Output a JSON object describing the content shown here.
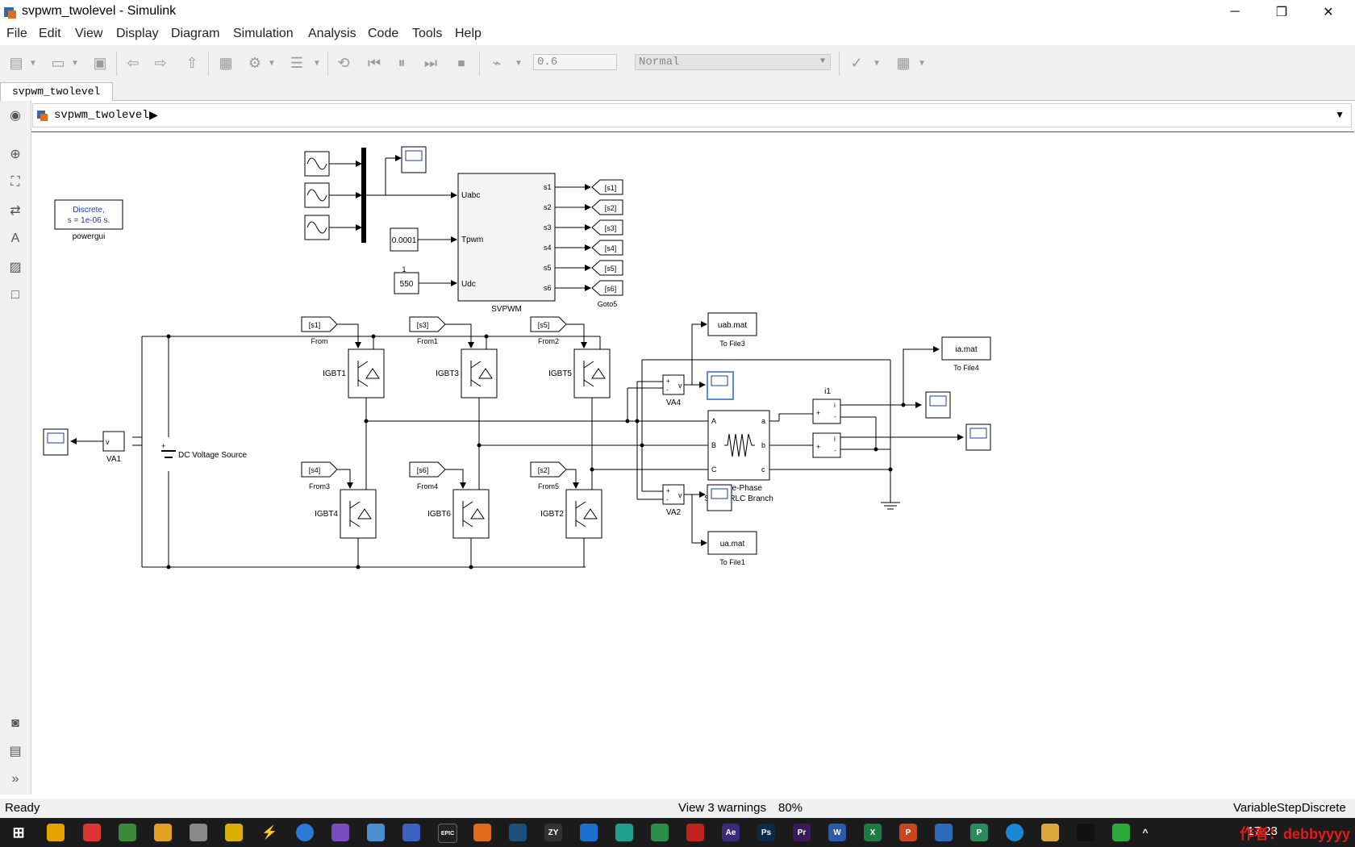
{
  "window": {
    "title": "svpwm_twolevel - Simulink",
    "minimize": "─",
    "restore": "❐",
    "close": "✕"
  },
  "menu": [
    "File",
    "Edit",
    "View",
    "Display",
    "Diagram",
    "Simulation",
    "Analysis",
    "Code",
    "Tools",
    "Help"
  ],
  "toolbar": {
    "stop_time": "0.6",
    "sim_mode": "Normal"
  },
  "tabs": [
    "svpwm_twolevel"
  ],
  "breadcrumb": {
    "model": "svpwm_twolevel"
  },
  "diagram": {
    "powergui": {
      "line1": "Discrete,",
      "line2": "s = 1e-06 s.",
      "label": "powergui"
    },
    "svpwm": {
      "label": "SVPWM",
      "in1": "Uabc",
      "in2": "Tpwm",
      "in3": "Udc",
      "outs": [
        "s1",
        "s2",
        "s3",
        "s4",
        "s5",
        "s6"
      ]
    },
    "consts": {
      "tpwm": "0.0001",
      "udc": "550",
      "udc_note": "1"
    },
    "gotos": [
      "[s1]",
      "[s2]",
      "[s3]",
      "[s4]",
      "[s5]",
      "[s6]"
    ],
    "goto_label": "Goto5",
    "froms_top": [
      {
        "tag": "[s1]",
        "name": "From"
      },
      {
        "tag": "[s3]",
        "name": "From1"
      },
      {
        "tag": "[s5]",
        "name": "From2"
      }
    ],
    "froms_bot": [
      {
        "tag": "[s4]",
        "name": "From3"
      },
      {
        "tag": "[s6]",
        "name": "From4"
      },
      {
        "tag": "[s2]",
        "name": "From5"
      }
    ],
    "igbt_top": [
      "IGBT1",
      "IGBT3",
      "IGBT5"
    ],
    "igbt_bot": [
      "IGBT4",
      "IGBT6",
      "IGBT2"
    ],
    "dc_source": "DC Voltage Source",
    "va1": "VA1",
    "va4": "VA4",
    "va2": "VA2",
    "i1": "i1",
    "rlc": {
      "line1": "Three-Phase",
      "line2": "Series RLC Branch",
      "pins_in": [
        "A",
        "B",
        "C"
      ],
      "pins_out": [
        "a",
        "b",
        "c"
      ]
    },
    "tofiles": [
      {
        "file": "uab.mat",
        "name": "To File3"
      },
      {
        "file": "ia.mat",
        "name": "To File4"
      },
      {
        "file": "ua.mat",
        "name": "To File1"
      }
    ]
  },
  "status": {
    "left": "Ready",
    "center": "View 3 warnings",
    "zoom": "80%",
    "right": "VariableStepDiscrete"
  },
  "taskbar": {
    "time": "17:23",
    "watermark": "作者：debbyyyy"
  }
}
